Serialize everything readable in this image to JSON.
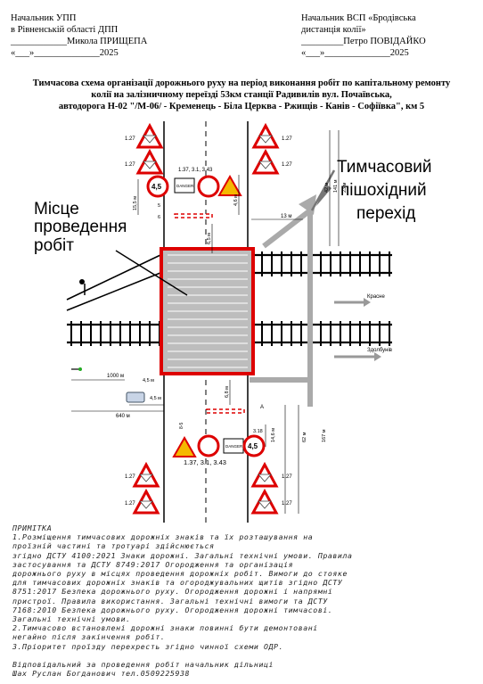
{
  "approval_left": {
    "line1": "Начальник УПП",
    "line2": "в Рівненській області ДПП",
    "line3": "____________Микола ПРИЩЕПА",
    "line4": "«___»______________2025"
  },
  "approval_right": {
    "line1": "Начальник ВСП «Бродівська",
    "line2": "дистанція  колії»",
    "line3": "_________Петро ПОВІДАЙКО",
    "line4": "«___»______________2025"
  },
  "title": {
    "line1": "Тимчасова схема організації дорожнього руху на період виконання робіт по капітальному ремонту",
    "line2": "колії на залізничному переїзді 53км станції Радивилів вул. Почаївська,",
    "line3": "автодорога Н-02 \"/М-06/ - Кременець - Біла Церква - Ржищів - Канів - Софіївка\", км 5"
  },
  "scheme": {
    "label_work_area": [
      "Місце",
      "проведення",
      "робіт"
    ],
    "label_pedestrian": [
      "Тимчасовий",
      "пішохідний",
      "перехід"
    ],
    "sign_codes": {
      "top_group": "1.37, 3.1, 3.43",
      "bottom_group": "1.37, 3.1, 3.43",
      "warning": "1.27",
      "speed_limit": "4,5",
      "speed_unit": "м"
    },
    "dimensions": {
      "d15_5": "15,5 м",
      "d46_5": "4,6 м",
      "d5": "5",
      "d6": "6",
      "d6_5": "6,5 м",
      "d13": "13 м",
      "d42": "42 м",
      "d141": "141 м",
      "d23": "23 м",
      "d6_8": "6,8 м",
      "d4_5a": "4,5 м",
      "d4_5b": "4,5 м",
      "d1000": "1000 м",
      "d640": "640 м",
      "d3_18": "3.18",
      "d14_6": "14,6 м",
      "d62": "62 м",
      "d167": "167 м",
      "dA": "A",
      "dBr": "8-5"
    },
    "directions": {
      "east_upper": "Красне",
      "east_lower": "Здолбунів"
    },
    "danger_text": "DANGER"
  },
  "note": {
    "heading": "ПРИМІТКА",
    "lines": [
      "1.Розміщення тимчасових дорожніх знаків та їх розташування на",
      "проїзній частині та тротуарі здійснюється",
      "згідно ДСТУ 4100:2021 Знаки дорожні. Загальні технічні умови. Правила",
      "застосування та ДСТУ 8749:2017 Огородження та організація",
      "дорожнього руху в місцях проведення дорожніх робіт. Вимоги до стояке",
      "для тимчасових дорожніх знаків та огороджувальних щитів згідно ДСТУ",
      "8751:2017 Безпека дорожнього руху. Огородження дорожні і напрямні",
      "пристрої. Правила використання. Загальні технічні вимоги та ДСТУ",
      "7168:2010 Безпека дорожнього руху. Огородження дорожні тимчасові.",
      "Загальні технічні умови.",
      "2.Тимчасово встановлені дорожні знаки повинні бути демонтовані",
      "негайно після закінчення робіт.",
      "3.Пріоритет проїзду перехресть згідно чинної схеми ОДР."
    ],
    "responsible_1": "Відповідальний за проведення робіт начальник дільниці",
    "responsible_2": "Шах Руслан Богданович тел.0509225938"
  }
}
